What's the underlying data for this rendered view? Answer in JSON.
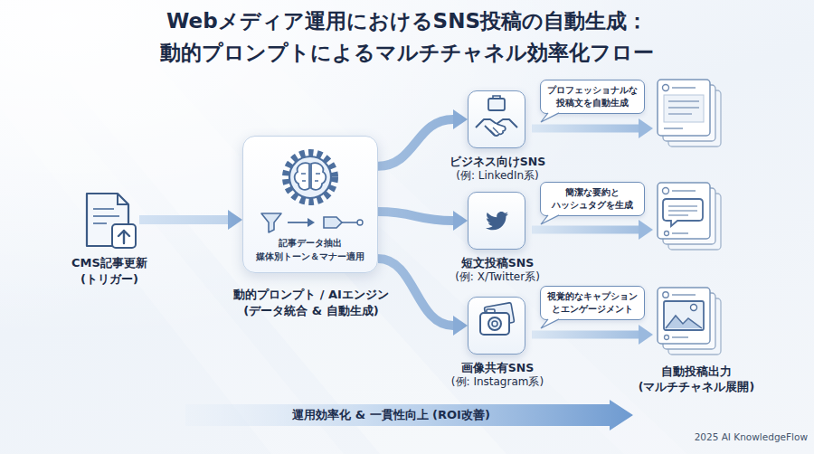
{
  "diagram": {
    "title": "Webメディア運用におけるSNS投稿の自動生成： 動的プロンプトによるマルチチャネル効率化フロー",
    "nodes": [
      {
        "text": [
          "CMS記事更新",
          "(トリガー)"
        ]
      },
      {
        "text": [
          "記事データ抽出 媒体別トーン＆マナー適用",
          "動的プロンプト / AIエンジン",
          "(データ統合 & 自動生成)"
        ]
      },
      {
        "text": [
          "ビジネス向けSNS",
          "(例: LinkedIn系)"
        ]
      },
      {
        "text": [
          "プロフェッショナルな 投稿文を自動生成"
        ]
      },
      {
        "text": [
          "短文投稿SNS",
          "(例: X/Twitter系)"
        ]
      },
      {
        "text": [
          "簡潔な要約と ハッシュタグを生成"
        ]
      },
      {
        "text": [
          "画像共有SNS",
          "(例: Instagram系)"
        ]
      },
      {
        "text": [
          "視覚的なキャプション とエンゲージメント"
        ]
      },
      {
        "text": [
          "運用効率化 & 一貫性向上 (ROI改善)"
        ]
      }
    ],
    "edges": [
      {
        "from": 0,
        "to": 1,
        "arrow": "to"
      },
      {
        "from": 1,
        "to": 2,
        "arrow": "to"
      },
      {
        "from": 1,
        "to": 4,
        "arrow": "to"
      },
      {
        "from": 1,
        "to": 6,
        "arrow": "to"
      }
    ],
    "labels": [
      "自動投稿出力",
      "(マルチチャネル展開)",
      "2025 AI KnowledgeFlow"
    ]
  }
}
